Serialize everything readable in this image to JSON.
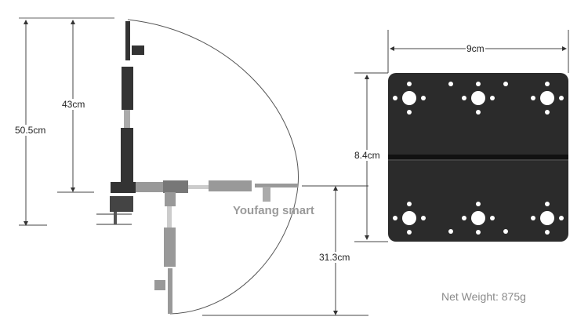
{
  "dimensions": {
    "total_height": "50.5cm",
    "arm_height": "43cm",
    "lower_reach": "31.3cm",
    "plate_width": "9cm",
    "plate_height": "8.4cm"
  },
  "brand": "Youfang smart",
  "net_weight": "Net Weight: 875g",
  "colors": {
    "plate": "#2b2b2b",
    "arm": "#333333",
    "arm_faded": "#8a8a8a",
    "lines": "#333333"
  }
}
